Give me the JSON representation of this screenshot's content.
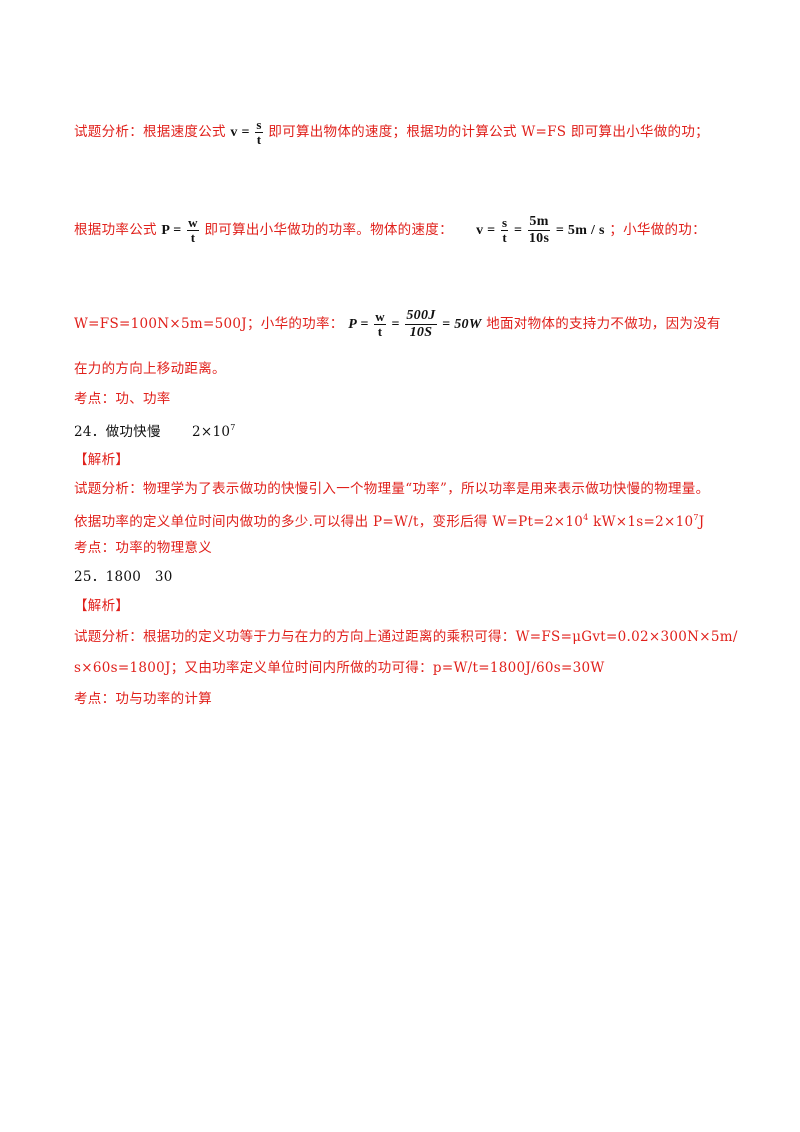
{
  "p1": {
    "t1": "试题分析：根据速度公式",
    "eq1_lhs": "v =",
    "eq1_num": "s",
    "eq1_den": "t",
    "t2": "即可算出物体的速度；根据功的计算公式 W=FS 即可算出小华做的功；"
  },
  "p2": {
    "t1": "根据功率公式",
    "eq2_lhs": "P =",
    "eq2_num": "w",
    "eq2_den": "t",
    "t2": "即可算出小华做功的功率。物体的速度：",
    "eq3_lhs": "v =",
    "eq3_num1": "s",
    "eq3_den1": "t",
    "eq3_eq": "=",
    "eq3_num2": "5m",
    "eq3_den2": "10s",
    "eq3_res": "= 5m / s",
    "t3": "；小华做的功："
  },
  "p3": {
    "t1": "W=FS=100N×5m=500J；小华的功率：",
    "eq4_lhs": "P =",
    "eq4_num1": "w",
    "eq4_den1": "t",
    "eq4_eq": "=",
    "eq4_num2": "500J",
    "eq4_den2": "10S",
    "eq4_res": "= 50W",
    "t2": "地面对物体的支持力不做功，因为没有"
  },
  "p4": {
    "t1": "在力的方向上移动距离。"
  },
  "p5": {
    "t1": "考点：功、功率"
  },
  "q24": {
    "t1": "24．做功快慢",
    "ans_base": "2×10",
    "ans_exp": "7"
  },
  "p6": {
    "t1": "【解析】"
  },
  "p7": {
    "t1": "试题分析：物理学为了表示做功的快慢引入一个物理量“功率”，所以功率是用来表示做功快慢的物理量。"
  },
  "p8": {
    "t1": "依据功率的定义单位时间内做功的多少.可以得出 P=W/t，变形后得 W=Pt=2×10",
    "exp1": "4",
    "t2": " kW×1s=2×10",
    "exp2": "7",
    "t3": "J"
  },
  "p9": {
    "t1": "考点：功率的物理意义"
  },
  "q25": {
    "t1": "25．1800   30"
  },
  "p10": {
    "t1": "【解析】"
  },
  "p11": {
    "t1": "试题分析：根据功的定义功等于力与在力的方向上通过距离的乘积可得：W=FS=μGvt=0.02×300N×5m/"
  },
  "p12": {
    "t1": "s×60s=1800J；又由功率定义单位时间内所做的功可得：p=W/t=1800J/60s=30W"
  },
  "p13": {
    "t1": "考点：功与功率的计算"
  }
}
